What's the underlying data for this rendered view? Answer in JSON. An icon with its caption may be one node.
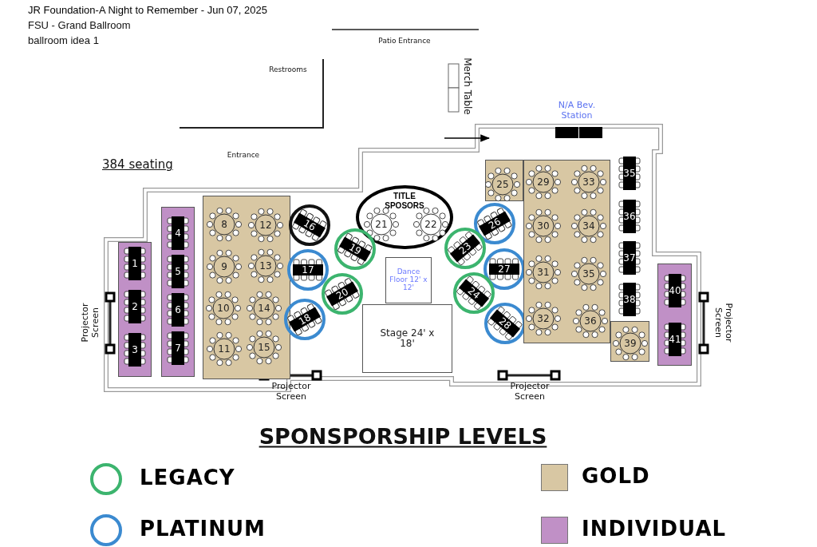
{
  "diagram": {
    "title": "JR Foundation-A Night to Remember - Jun 07, 2025",
    "nodes": [
      {
        "text": [],
        "shape": "box"
      },
      {
        "text": [
          "1"
        ],
        "in": 0
      },
      {
        "text": [
          "2"
        ],
        "in": 0
      },
      {
        "text": [
          "3"
        ],
        "in": 0
      },
      {
        "text": [],
        "shape": "box"
      },
      {
        "text": [
          "4"
        ],
        "in": 4
      },
      {
        "text": [
          "5"
        ],
        "in": 4
      },
      {
        "text": [
          "6"
        ],
        "in": 4
      },
      {
        "text": [
          "7"
        ],
        "in": 4
      },
      {
        "text": [],
        "shape": "box"
      },
      {
        "text": [
          "8"
        ],
        "in": 9
      },
      {
        "text": [
          "12"
        ],
        "in": 9
      },
      {
        "text": [
          "9"
        ],
        "in": 9
      },
      {
        "text": [
          "13"
        ],
        "in": 9
      },
      {
        "text": [
          "10"
        ],
        "in": 9
      },
      {
        "text": [
          "14"
        ],
        "in": 9
      },
      {
        "text": [
          "11"
        ],
        "in": 9
      },
      {
        "text": [
          "15"
        ],
        "in": 9
      },
      {
        "text": [],
        "shape": "circle"
      },
      {
        "text": [
          "16"
        ],
        "in": 18
      },
      {
        "text": [
          "TITLE SPOSORS"
        ]
      },
      {
        "text": [
          "21"
        ],
        "in": 20
      },
      {
        "text": [
          "22"
        ],
        "in": 20
      },
      {
        "text": [],
        "shape": "circle"
      },
      {
        "text": [
          "19"
        ],
        "in": 23
      },
      {
        "text": [],
        "shape": "circle"
      },
      {
        "text": [
          "17"
        ],
        "in": 25
      },
      {
        "text": [],
        "shape": "circle"
      },
      {
        "text": [
          "20"
        ],
        "in": 27
      },
      {
        "text": [],
        "shape": "circle"
      },
      {
        "text": [
          "18"
        ],
        "in": 29
      },
      {
        "text": [
          "Dance Floor 12' x 12'"
        ]
      },
      {
        "text": [
          "Stage 24' x 18'"
        ]
      },
      {
        "text": [],
        "shape": "box"
      },
      {
        "text": [
          "25"
        ],
        "in": 33
      },
      {
        "text": [],
        "shape": "circle"
      },
      {
        "text": [
          "26"
        ],
        "in": 35
      },
      {
        "text": [],
        "shape": "circle"
      },
      {
        "text": [
          "23"
        ],
        "in": 37
      },
      {
        "text": [],
        "shape": "circle"
      },
      {
        "text": [
          "27"
        ],
        "in": 39
      },
      {
        "text": [],
        "shape": "circle"
      },
      {
        "text": [
          "24"
        ],
        "in": 41
      },
      {
        "text": [],
        "shape": "circle"
      },
      {
        "text": [
          "28"
        ],
        "in": 43
      },
      {
        "text": [],
        "shape": "box"
      },
      {
        "text": [
          "29"
        ],
        "in": 45
      },
      {
        "text": [
          "33"
        ],
        "in": 45
      },
      {
        "text": [
          "30"
        ],
        "in": 45
      },
      {
        "text": [
          "34"
        ],
        "in": 45
      },
      {
        "text": [
          "31"
        ],
        "in": 45
      },
      {
        "text": [
          "35"
        ],
        "in": 45
      },
      {
        "text": [
          "32"
        ],
        "in": 45
      },
      {
        "text": [
          "36"
        ],
        "in": 45
      },
      {
        "text": [
          "35"
        ]
      },
      {
        "text": [
          "36"
        ]
      },
      {
        "text": [
          "37"
        ]
      },
      {
        "text": [
          "38"
        ]
      },
      {
        "text": [],
        "shape": "box"
      },
      {
        "text": [
          "39"
        ],
        "in": 58
      },
      {
        "text": [],
        "shape": "box"
      },
      {
        "text": [
          "40"
        ],
        "in": 60
      },
      {
        "text": [
          "41"
        ],
        "in": 60
      }
    ],
    "labels": [
      "FSU - Grand Ballroom",
      "ballroom idea 1",
      "Patio Entrance",
      "Restrooms",
      "Merch Table",
      "N/A Bev. Station",
      "Entrance",
      "384 seating",
      "Projector Screen",
      "Projector Screen",
      "Projector Screen",
      "Projector Screen",
      "SPONSPORSHIP LEVELS"
    ],
    "legend": [
      {
        "text": "LEGACY"
      },
      {
        "text": "GOLD",
        "color": "#d8c7a3"
      },
      {
        "text": "PLATINUM"
      },
      {
        "text": "INDIVIDUAL",
        "color": "#c090c6"
      }
    ]
  }
}
